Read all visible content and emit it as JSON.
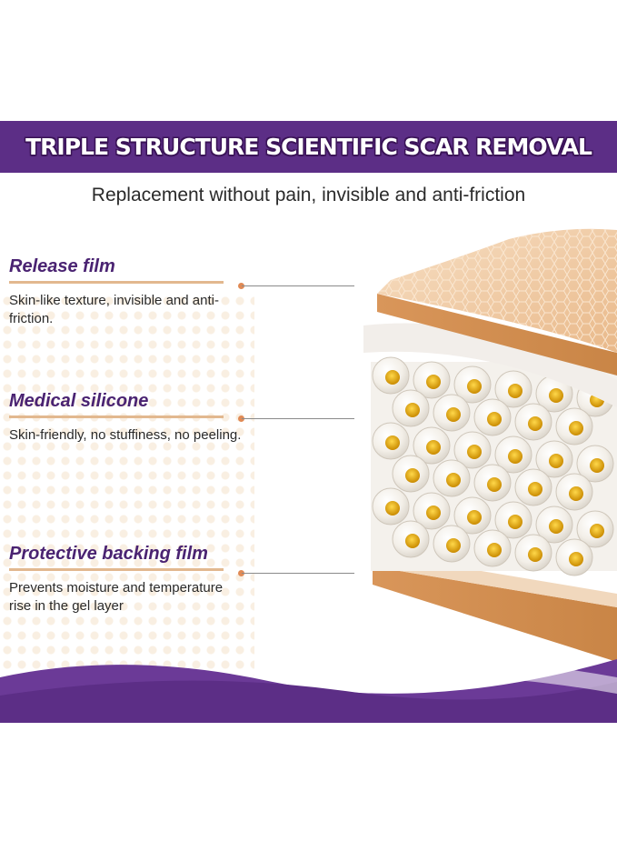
{
  "banner": {
    "title": "TRIPLE STRUCTURE SCIENTIFIC SCAR REMOVAL"
  },
  "subtitle": "Replacement without pain, invisible and anti-friction",
  "features": [
    {
      "title": "Release film",
      "description": "Skin-like texture, invisible and anti-friction."
    },
    {
      "title": "Medical silicone",
      "description": "Skin-friendly, no stuffiness, no peeling."
    },
    {
      "title": "Protective backing film",
      "description": "Prevents moisture and temperature rise in the gel layer"
    }
  ],
  "colors": {
    "brand_purple": "#5c2e86",
    "accent_tan": "#e2b88f",
    "gel_yellow": "#e0a400"
  },
  "icons": [
    "layered-patch-illustration"
  ]
}
